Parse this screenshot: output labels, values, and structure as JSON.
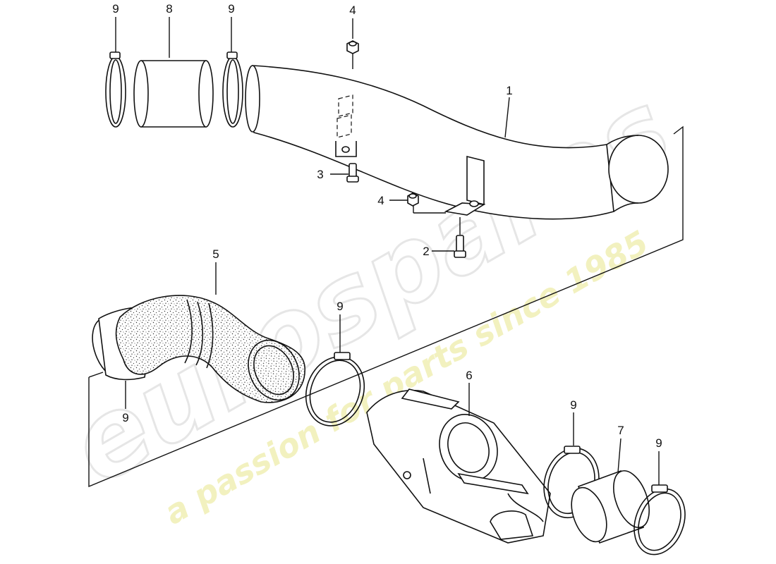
{
  "diagram": {
    "callouts": {
      "c1": "1",
      "c2": "2",
      "c3": "3",
      "c4a": "4",
      "c4b": "4",
      "c5": "5",
      "c6": "6",
      "c7": "7",
      "c8": "8",
      "c9a": "9",
      "c9b": "9",
      "c9c": "9",
      "c9d": "9",
      "c9e": "9",
      "c9f": "9"
    },
    "watermark": {
      "brand": "eurospares",
      "tagline": "a passion for parts since 1985",
      "brand_color": "#e6e6e6",
      "tagline_color": "#f1efb8"
    }
  }
}
